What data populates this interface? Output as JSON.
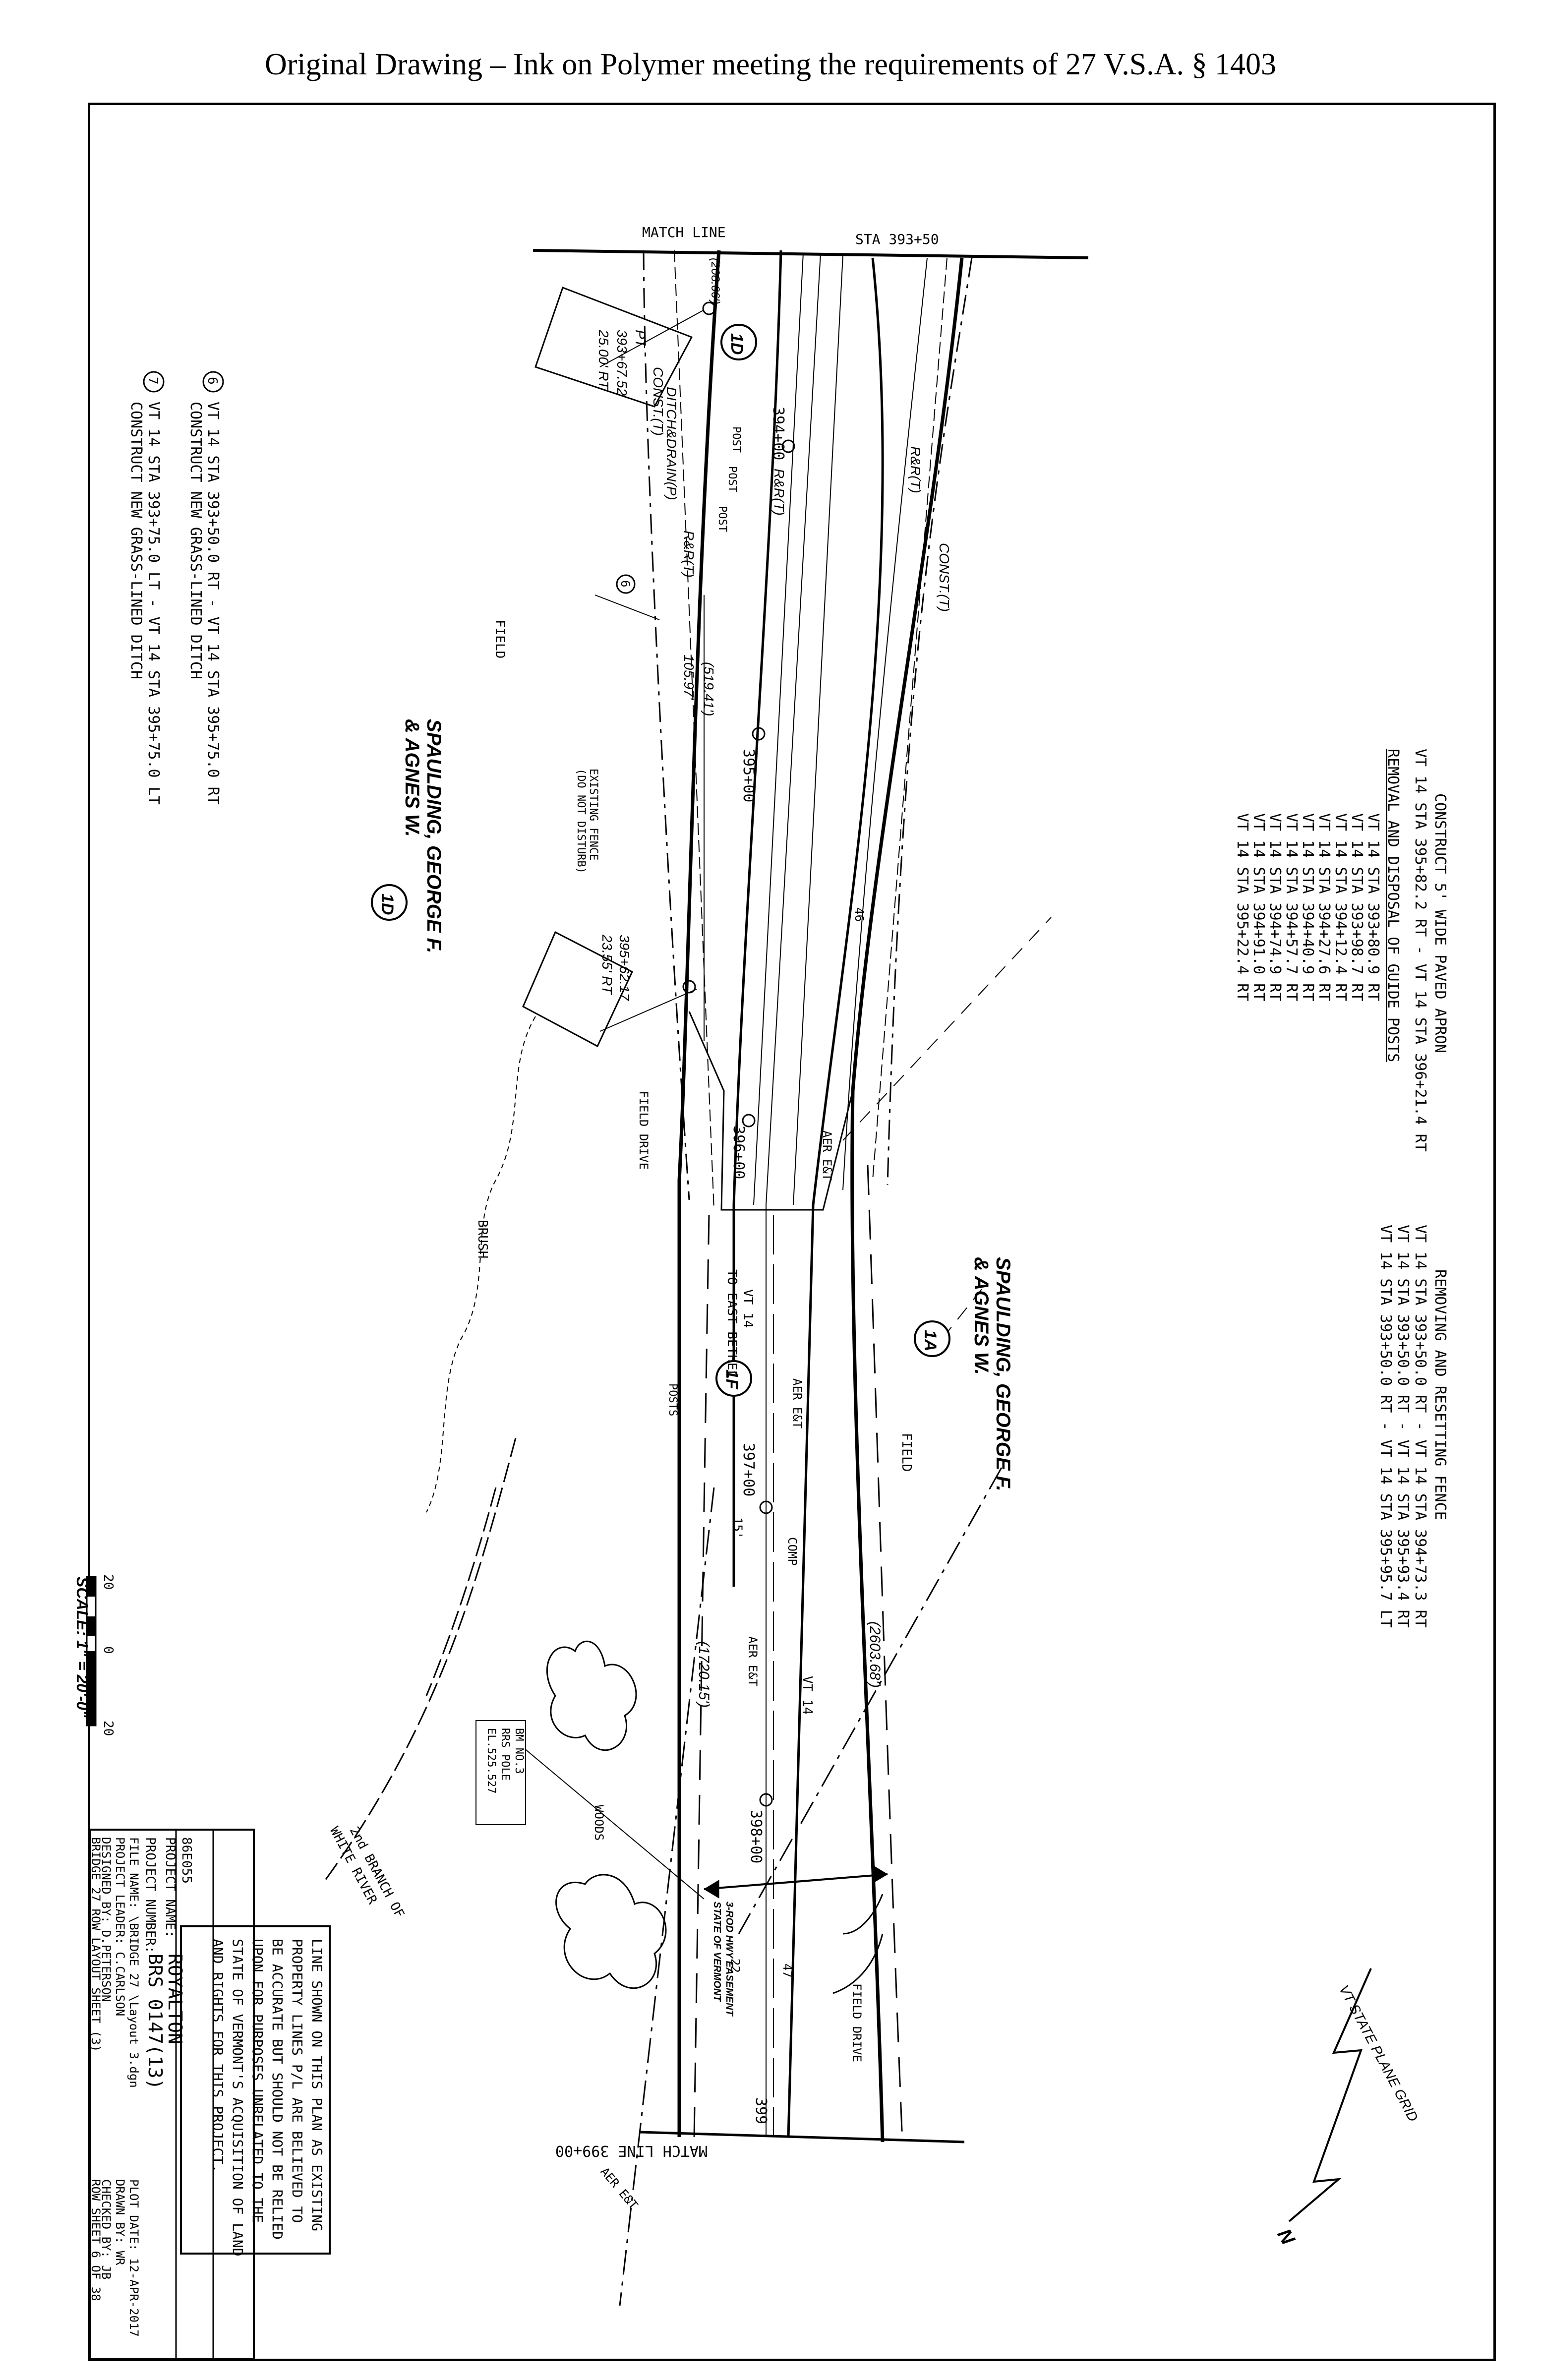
{
  "header": {
    "text": "Original Drawing – Ink on Polymer meeting the requirements of 27 V.S.A. § 1403"
  },
  "matchlines": {
    "top_label": "MATCH LINE",
    "top_station": "STA 393+50",
    "bottom_label": "MATCH LINE 399+00"
  },
  "stations": [
    "394+00",
    "395+00",
    "396+00",
    "397+00",
    "398+00",
    "399"
  ],
  "parcel_labels": {
    "parcel_1d_a": "1D",
    "parcel_1d_b": "1D",
    "parcel_1a": "1A",
    "parcel_1f": "1F",
    "owner_1d_line1": "SPAULDING, GEORGE F.",
    "owner_1d_line2": "& AGNES W.",
    "owner_1a_line1": "SPAULDING, GEORGE F.",
    "owner_1a_line2": "& AGNES W."
  },
  "row_annotations": {
    "dim_1": "(208.66')",
    "pt_station": "PT",
    "pt_sta_line1": "393+67.52",
    "pt_offset": "25.00' RT",
    "const_t_1": "CONST.(T)",
    "ditch": "DITCH&DRAIN(P)",
    "rr_t_1": "R&R(T)",
    "rr_t_2": "R&R(T)",
    "rr_t_3": "R&R(T)",
    "const_t_2": "CONST.(T)",
    "callout_6": "6",
    "dim_2": "105.97'",
    "dim_3": "(519.41')",
    "sta_2_line1": "395+62.17",
    "sta_2_line2": "23.55' RT",
    "dim_4": "(2603.68')",
    "dim_5": "(1720.15')"
  },
  "features": {
    "field_1": "FIELD",
    "field_2": "FIELD",
    "field_drive_1": "FIELD DRIVE",
    "field_drive_2": "FIELD DRIVE",
    "existing_fence_line1": "EXISTING FENCE",
    "existing_fence_line2": "(DO NOT DISTURB)",
    "brush": "BRUSH",
    "woods": "WOODS",
    "posts": "POSTS",
    "post_1": "POST",
    "post_2": "POST",
    "post_3": "POST",
    "aer_eat_1": "AER E&T",
    "aer_eat_2": "AER E&T",
    "aer_eat_3": "AER E&T",
    "aer_eat_4": "AER E&T",
    "route_1": "VT 14",
    "route_2": "TO EAST BETHEL",
    "route_3": "VT 14",
    "comp": "COMP",
    "num_15": "15'",
    "num_46": "46",
    "num_47": "47",
    "num_22": "22",
    "river_line1": "2nd BRANCH OF",
    "river_line2": "WHITE RIVER",
    "bm_line1": "BM NO.3",
    "bm_line2": "RRS POLE",
    "bm_line3": "EL.525.527",
    "easement_line1": "STATE OF VERMONT",
    "easement_line2": "3-ROD HWY EASEMENT",
    "grid_label": "VT STATE PLANE GRID",
    "north": "N"
  },
  "notes_fence": {
    "title": "REMOVING AND RESETTING FENCE",
    "lines": [
      "VT 14 STA 393+50.0 RT - VT 14 STA 394+73.3 RT",
      "VT 14 STA 393+50.0 RT - VT 14 STA 395+93.4 RT",
      "VT 14 STA 393+50.0 RT - VT 14 STA 395+95.7 LT"
    ]
  },
  "notes_apron": {
    "title": "CONSTRUCT 5' WIDE PAVED APRON",
    "line": "VT 14 STA 395+82.2 RT - VT 14 STA 396+21.4 RT",
    "guide_title": "REMOVAL AND DISPOSAL OF GUIDE POSTS",
    "guide_lines": [
      "VT 14 STA 393+80.9 RT",
      "VT 14 STA 393+98.7 RT",
      "VT 14 STA 394+12.4 RT",
      "VT 14 STA 394+27.6 RT",
      "VT 14 STA 394+40.9 RT",
      "VT 14 STA 394+57.7 RT",
      "VT 14 STA 394+74.9 RT",
      "VT 14 STA 394+91.0 RT",
      "VT 14 STA 395+22.4 RT"
    ]
  },
  "notes_ditch": {
    "n6_num": "6",
    "n6_line1": "VT 14 STA 393+50.0 RT - VT 14 STA 395+75.0 RT",
    "n6_line2": "CONSTRUCT NEW GRASS-LINED DITCH",
    "n7_num": "7",
    "n7_line1": "VT 14 STA 393+75.0 LT - VT 14 STA 395+75.0 LT",
    "n7_line2": "CONSTRUCT NEW GRASS-LINED DITCH"
  },
  "scale": {
    "left": "20",
    "mid": "0",
    "right": "20",
    "label": "SCALE: 1\" = 20'-0\""
  },
  "disclaimer": [
    "LINE SHOWN ON THIS PLAN AS EXISTING",
    "PROPERTY LINES P/L ARE BELIEVED TO",
    "BE ACCURATE BUT SHOULD NOT BE RELIED",
    "UPON FOR PURPOSES UNRELATED TO THE",
    "STATE OF VERMONT'S ACQUISITION OF LAND",
    "AND RIGHTS FOR THIS PROJECT."
  ],
  "title_block": {
    "code": "86E055",
    "project_name_label": "PROJECT NAME:",
    "project_name": "ROYALTON",
    "project_number_label": "PROJECT NUMBER:",
    "project_number": "BRS 0147(13)",
    "file_name": "FILE NAME: \\BRIDGE 27 \\Layout 3.dgn",
    "project_leader": "PROJECT LEADER: C.CARLSON",
    "designed_by": "DESIGNED BY: D.PETERSON",
    "sheet_title": "BRIDGE 27 ROW LAYOUT SHEET (3)",
    "plot_date": "PLOT DATE: 12-APR-2017",
    "drawn_by": "DRAWN BY: WR",
    "checked_by": "CHECKED BY: JB",
    "row_sheet": "ROW SHEET 6 OF 38"
  }
}
